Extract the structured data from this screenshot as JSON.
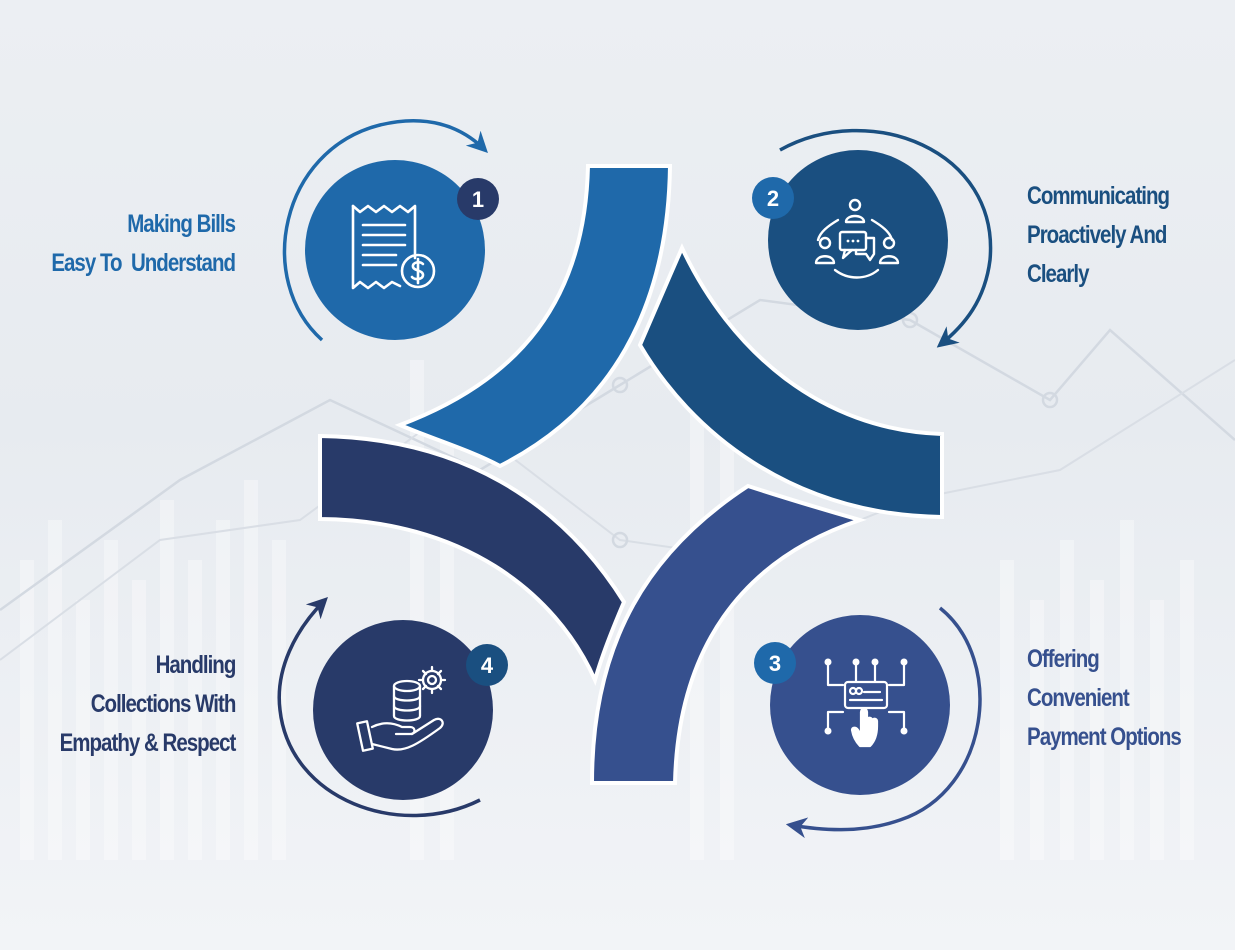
{
  "diagram": {
    "type": "cycle",
    "steps": [
      {
        "number": "1",
        "title_lines": [
          "Making Bills",
          "Easy To  Understand"
        ],
        "icon": "receipt-dollar-icon",
        "circle_color": "#1f69aa",
        "badge_color": "#283a69",
        "text_color": "#1f69aa"
      },
      {
        "number": "2",
        "title_lines": [
          "Communicating",
          "Proactively And",
          "Clearly"
        ],
        "icon": "team-communication-icon",
        "circle_color": "#1a4f80",
        "badge_color": "#1f69aa",
        "text_color": "#1a4f80"
      },
      {
        "number": "3",
        "title_lines": [
          "Offering",
          "Convenient",
          "Payment Options"
        ],
        "icon": "card-payment-touch-icon",
        "circle_color": "#36508e",
        "badge_color": "#1f69aa",
        "text_color": "#36508e"
      },
      {
        "number": "4",
        "title_lines": [
          "Handling",
          "Collections With",
          "Empathy & Respect"
        ],
        "icon": "hand-coins-gear-icon",
        "circle_color": "#283a69",
        "badge_color": "#1a4f80",
        "text_color": "#283a69"
      }
    ]
  }
}
